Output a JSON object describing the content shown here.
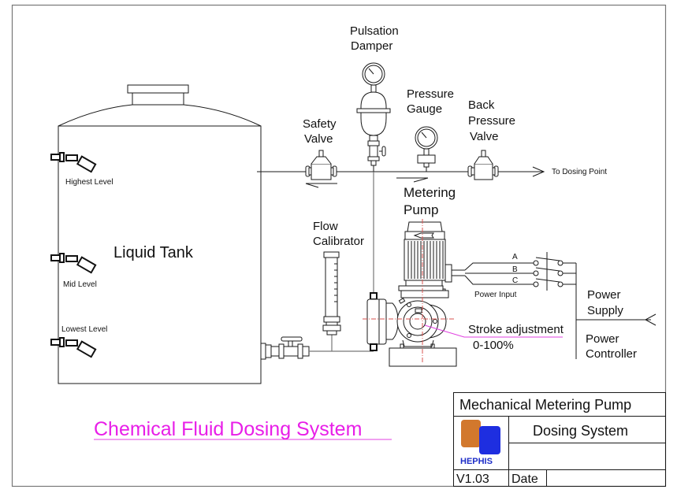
{
  "diagram": {
    "title": "Chemical Fluid Dosing System",
    "tank": {
      "label": "Liquid Tank",
      "level_switches": [
        {
          "label": "Highest Level"
        },
        {
          "label": "Mid Level"
        },
        {
          "label": "Lowest Level"
        }
      ]
    },
    "components": {
      "pulsation_damper": [
        "Pulsation",
        "Damper"
      ],
      "safety_valve": [
        "Safety",
        "Valve"
      ],
      "pressure_gauge": [
        "Pressure",
        "Gauge"
      ],
      "back_pressure_valve": [
        "Back",
        "Pressure",
        "Valve"
      ],
      "metering_pump": [
        "Metering",
        "Pump"
      ],
      "flow_calibrator": [
        "Flow",
        "Calibrator"
      ],
      "outlet": "To Dosing Point",
      "stroke_adjustment": [
        "Stroke adjustment",
        "0-100%"
      ],
      "power_input": "Power Input",
      "phases": [
        "A",
        "B",
        "C"
      ],
      "power_supply": [
        "Power",
        "Supply"
      ],
      "power_controller": [
        "Power",
        "Controller"
      ]
    },
    "colors": {
      "title": "#e81ee8",
      "leader_line": "#e040e0",
      "centerline": "#d9534f",
      "logo_orange": "#d2782d",
      "logo_blue": "#1e2ee0",
      "logo_text": "#1e2ec8"
    },
    "title_block": {
      "heading": "Mechanical Metering Pump",
      "subtitle": "Dosing System",
      "logo_text": "HEPHIS",
      "version": "V1.03",
      "date_label": "Date",
      "date_value": ""
    }
  }
}
